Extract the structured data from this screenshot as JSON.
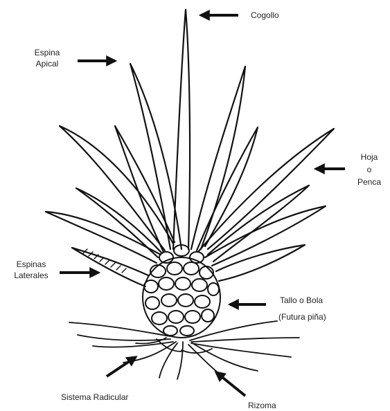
{
  "labels": {
    "cogollo": "Cogollo",
    "espina_apical": [
      "Espina",
      "Apical"
    ],
    "hoja": [
      "Hoja",
      "o",
      "Penca"
    ],
    "espinas_laterales": [
      "Espinas",
      "Laterales"
    ],
    "tallo": "Tallo o Bola",
    "tallo_sub": "(Futura piña)",
    "sistema_radicular": "Sistema Radicular",
    "rizoma": "Rizoma"
  },
  "colors": {
    "ink": "#111111",
    "background": "#ffffff"
  }
}
